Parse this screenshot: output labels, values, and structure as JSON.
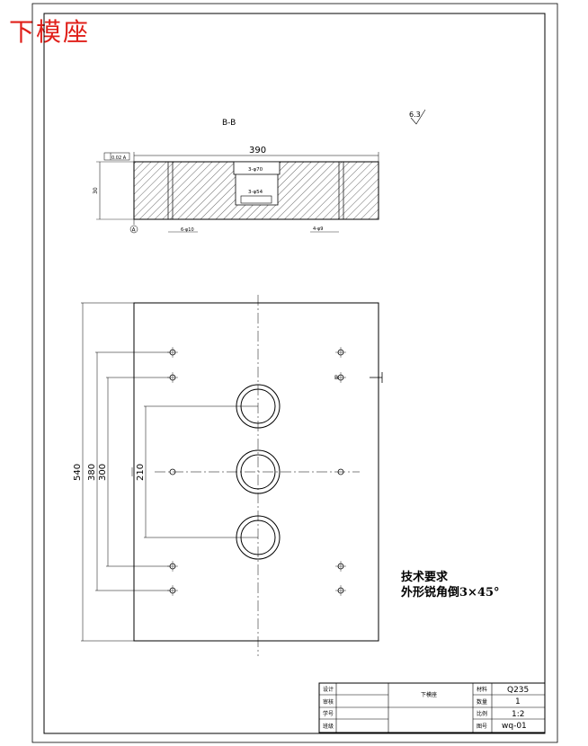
{
  "title_overlay": "下模座",
  "section_label": "B-B",
  "roughness": "6.3",
  "top_view": {
    "width_dim": "390",
    "height_dim": "30",
    "flatness_tol": "0.02 A",
    "datum": "A",
    "hole_note_top": "3-φ70",
    "hole_note_mid": "3-φ54",
    "hole_note_left": "6-φ10",
    "hole_note_right": "4-φ9"
  },
  "plan_view": {
    "dim_540": "540",
    "dim_380": "380",
    "dim_300": "300",
    "dim_210": "210",
    "section_mark": "B"
  },
  "tech_req": {
    "heading": "技术要求",
    "line1": "外形锐角倒3×45°"
  },
  "title_block": {
    "labels_left": [
      "设计",
      "审核",
      "学号",
      "班级"
    ],
    "part_name": "下模座",
    "labels_right": [
      "材料",
      "数量",
      "比例",
      "图号"
    ],
    "values_right": [
      "Q235",
      "1",
      "1:2",
      "wq-01"
    ]
  }
}
